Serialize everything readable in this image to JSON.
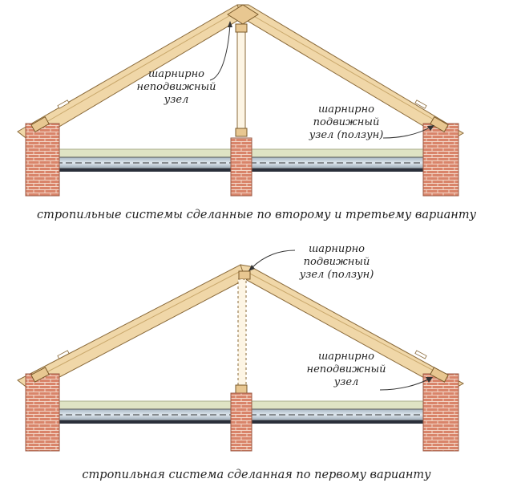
{
  "diagram_top": {
    "caption": "стропильные системы сделанные по второму и третьему варианту",
    "label_ridge": [
      "шарнирно",
      "неподвижный",
      "узел"
    ],
    "label_right": [
      "шарнирно",
      "подвижный",
      "узел (ползун)"
    ]
  },
  "diagram_bottom": {
    "caption": "стропильная система сделанная по первому варианту",
    "label_ridge": [
      "шарнирно",
      "подвижный",
      "узел (ползун)"
    ],
    "label_right": [
      "шарнирно",
      "неподвижный",
      "узел"
    ]
  },
  "colors": {
    "rafter": "#f0d7a8",
    "rafter_edge": "#8a6a3a",
    "brick": "#d9846a",
    "brick_mortar": "#f3d7c8",
    "slab": "#c8d6e0",
    "slab_dark": "#2a2f3a",
    "insulation": "#dfe3c4"
  }
}
